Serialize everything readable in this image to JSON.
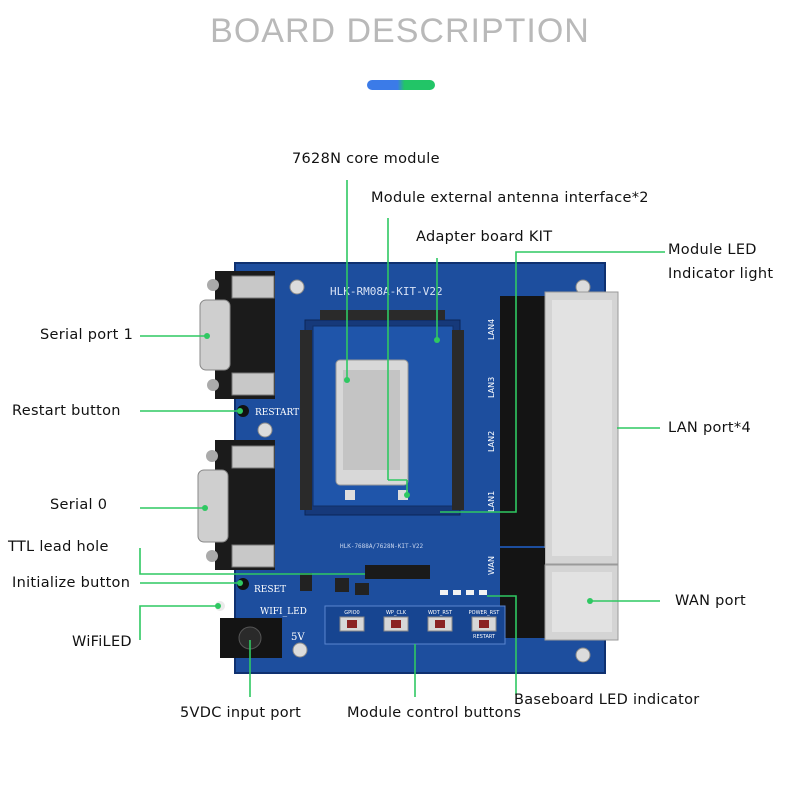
{
  "title": "BOARD DESCRIPTION",
  "labels": {
    "core_module": "7628N core module",
    "antenna": "Module external antenna interface*2",
    "adapter": "Adapter board KIT",
    "module_led_1": "Module LED",
    "module_led_2": "Indicator light",
    "serial1": "Serial port 1",
    "restart": "Restart button",
    "lan": "LAN port*4",
    "serial0": "Serial 0",
    "ttl": "TTL lead hole",
    "init": "Initialize button",
    "wan": "WAN port",
    "wifiled": "WiFiLED",
    "baseboard_led": "Baseboard LED indicator",
    "power": "5VDC input port",
    "control_buttons": "Module control buttons"
  },
  "board": {
    "model_text": "HLK-RM08A-KIT-V22",
    "restart_text": "RESTART",
    "reset_text": "RESET",
    "wifi_led_text": "WIFI_LED",
    "power_text": "5V",
    "lan_labels": [
      "LAN4",
      "LAN3",
      "LAN2",
      "LAN1",
      "WAN"
    ],
    "button_labels": [
      "GPIO0",
      "WP_CLK",
      "WDT_RST",
      "POWER_RST"
    ],
    "button_sublabels": [
      "",
      "",
      "",
      "RESTART"
    ],
    "module_bottom_text": "HLK-7688A/7628N-KIT-V22"
  },
  "colors": {
    "pcb": "#1d4e9e",
    "pcb_dark": "#163f82",
    "accent_line": "#2fc862",
    "title": "#b9b9b9"
  }
}
